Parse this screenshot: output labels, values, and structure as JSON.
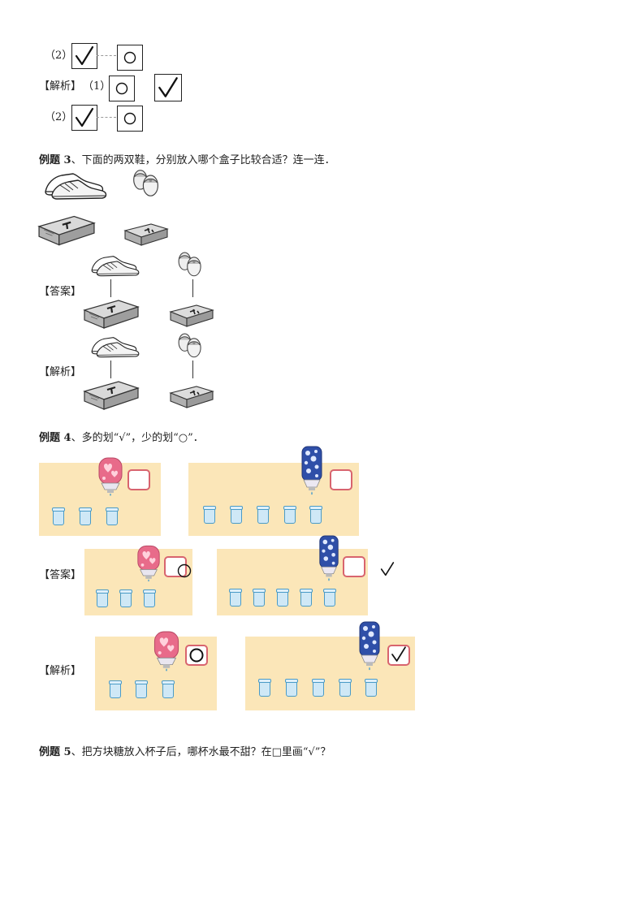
{
  "section1": {
    "item2_label": "（2）",
    "analysis_label": "【解析】",
    "analysis_item1_label": "（1）",
    "analysis_item2_label": "（2）"
  },
  "example3": {
    "title": "例题 3",
    "question": "、下面的两双鞋，分别放入哪个盒子比较合适？连一连．",
    "answer_label": "【答案】",
    "analysis_label": "【解析】"
  },
  "example4": {
    "title": "例题 4",
    "question": "、多的划“√”，少的划“○”．",
    "answer_label": "【答案】",
    "analysis_label": "【解析】",
    "left_cup_count": 3,
    "right_cup_count": 5
  },
  "example5": {
    "title": "例题 5",
    "question": "、把方块糖放入杯子后，哪杯水最不甜？在□里画“√”？"
  },
  "colors": {
    "panel": "#fbe6b8",
    "pink_bottle": "#e86b8a",
    "blue_bottle": "#2f4fa8",
    "answer_box_border": "#d8646e",
    "cup": "#4a9bc7"
  }
}
